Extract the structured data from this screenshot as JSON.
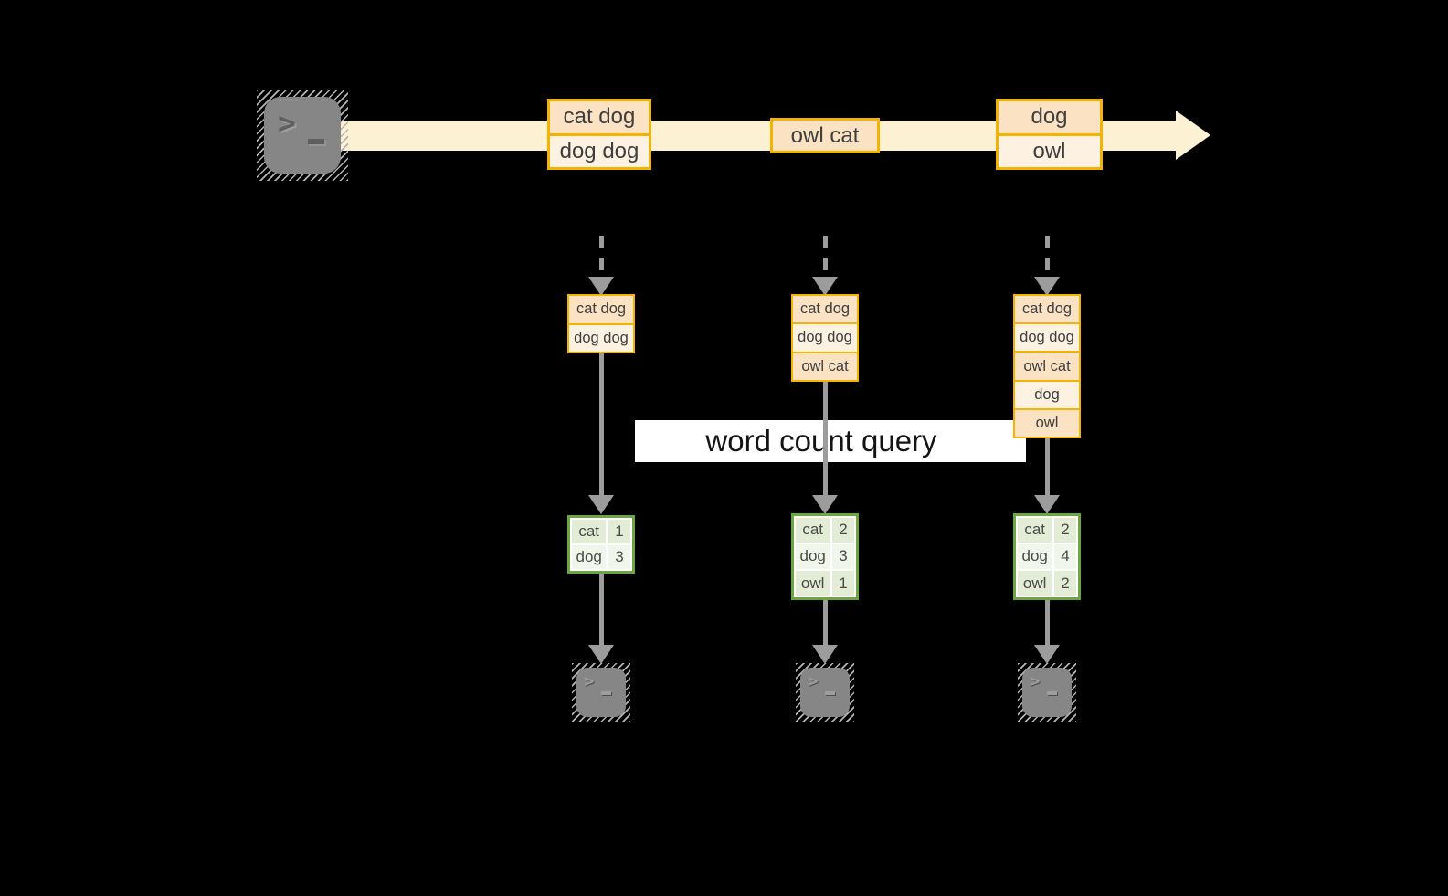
{
  "query_label": "word count query",
  "terminal": {
    "prompt_chevron": ">"
  },
  "colors": {
    "background": "#000000",
    "timeline_band": "#fcf2d3",
    "record_border": "#f3b300",
    "record_fill_dark": "#fae2c3",
    "record_fill_light": "#fdf1e1",
    "result_border": "#6ca63e",
    "result_fill_dark": "#e3edd5",
    "result_fill_light": "#f1f6ea",
    "arrow_gray": "#9c9c9c",
    "terminal_gray": "#868686",
    "query_band": "#ffffff"
  },
  "timeline": {
    "batches": [
      {
        "rows": [
          "cat dog",
          "dog dog"
        ]
      },
      {
        "rows": [
          "owl cat"
        ]
      },
      {
        "rows": [
          "dog",
          "owl"
        ]
      }
    ]
  },
  "columns": [
    {
      "input_rows": [
        "cat dog",
        "dog dog"
      ],
      "result": [
        {
          "word": "cat",
          "count": "1"
        },
        {
          "word": "dog",
          "count": "3"
        }
      ]
    },
    {
      "input_rows": [
        "cat dog",
        "dog dog",
        "owl cat"
      ],
      "result": [
        {
          "word": "cat",
          "count": "2"
        },
        {
          "word": "dog",
          "count": "3"
        },
        {
          "word": "owl",
          "count": "1"
        }
      ]
    },
    {
      "input_rows": [
        "cat dog",
        "dog dog",
        "owl cat",
        "dog",
        "owl"
      ],
      "result": [
        {
          "word": "cat",
          "count": "2"
        },
        {
          "word": "dog",
          "count": "4"
        },
        {
          "word": "owl",
          "count": "2"
        }
      ]
    }
  ]
}
